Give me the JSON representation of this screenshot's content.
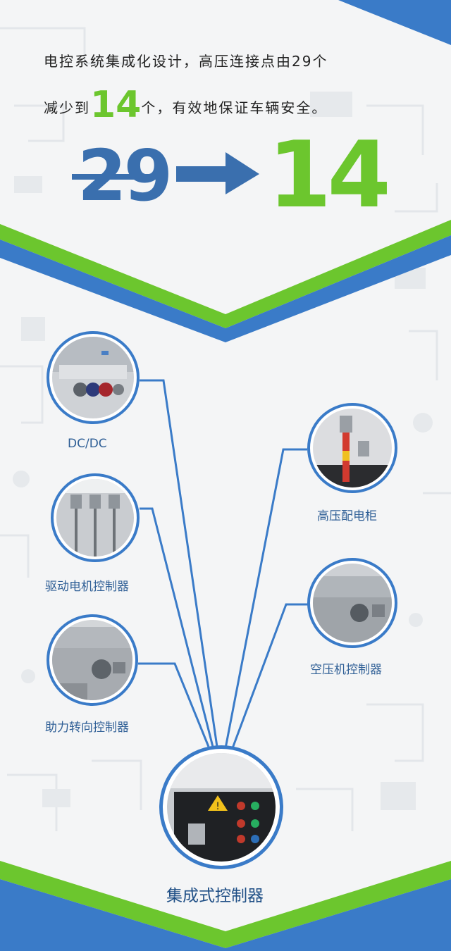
{
  "headline": {
    "line1": "电控系统集成化设计，高压连接点由29个",
    "line2_prefix": "减少到",
    "line2_number": "14",
    "line2_suffix": "个，有效地保证车辆安全。"
  },
  "comparison": {
    "old_count": "29",
    "new_count": "14"
  },
  "components": {
    "dcdc": "DC/DC",
    "drive_motor": "驱动电机控制器",
    "power_steering": "助力转向控制器",
    "hv_cabinet": "高压配电柜",
    "ac_compressor": "空压机控制器",
    "integrated": "集成式控制器"
  },
  "colors": {
    "blue": "#3a7bc8",
    "dark_blue": "#3a6fae",
    "green": "#6cc62e",
    "background": "#f4f5f6"
  }
}
